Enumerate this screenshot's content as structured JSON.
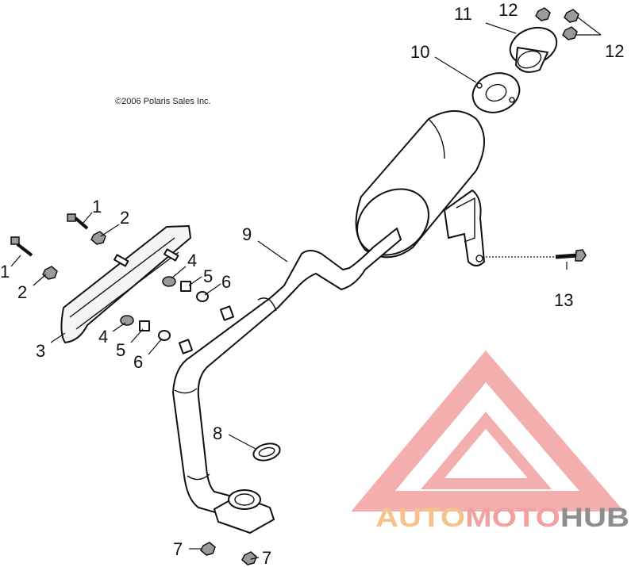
{
  "copyright": "©2006 Polaris Sales Inc.",
  "callouts": {
    "c1a": "1",
    "c1b": "1",
    "c2a": "2",
    "c2b": "2",
    "c3": "3",
    "c4a": "4",
    "c4b": "4",
    "c5a": "5",
    "c5b": "5",
    "c6a": "6",
    "c6b": "6",
    "c7a": "7",
    "c7b": "7",
    "c8": "8",
    "c9": "9",
    "c10": "10",
    "c11": "11",
    "c12a": "12",
    "c12b": "12",
    "c13": "13"
  },
  "watermark": {
    "part1": "AUTO",
    "part2": "MOTO",
    "part3": "HUB",
    "color_primary": "#f2a0a0",
    "color_secondary": "#f7c28a",
    "color_dark": "#8e8e8e"
  }
}
